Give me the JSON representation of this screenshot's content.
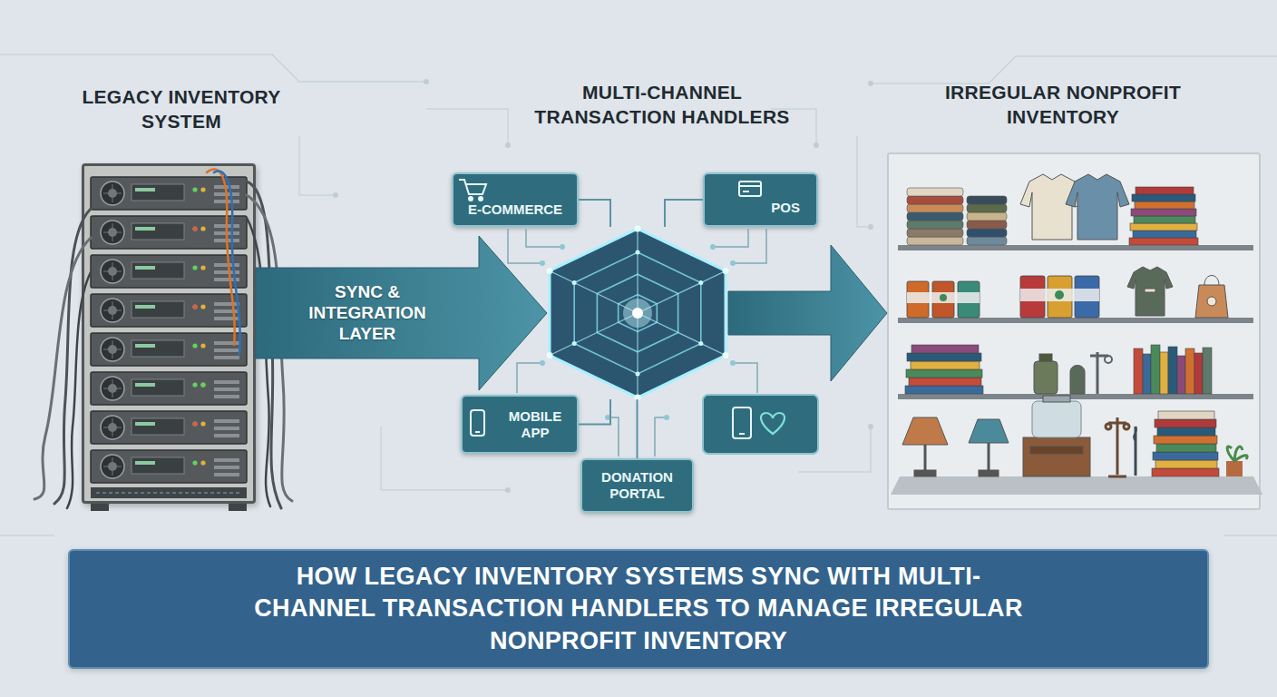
{
  "diagram": {
    "title": "HOW LEGACY INVENTORY SYSTEMS SYNC WITH MULTI-CHANNEL TRANSACTION HANDLERS TO MANAGE IRREGULAR NONPROFIT INVENTORY",
    "nodes": [
      {
        "text": [
          "LEGACY INVENTORY SYSTEM"
        ]
      },
      {
        "text": [
          "MULTI-CHANNEL TRANSACTION HANDLERS"
        ]
      },
      {
        "text": [
          "E-COMMERCE"
        ]
      },
      {
        "text": [
          "POS"
        ]
      },
      {
        "text": [
          "MOBILE APP"
        ]
      },
      {
        "text": [
          "DONATION PORTAL"
        ]
      },
      {
        "text": [
          "IRREGULAR NONPROFIT INVENTORY"
        ]
      }
    ],
    "edges": [
      {
        "from": 0,
        "to": 1,
        "label": "SYNC & INTEGRATION LAYER",
        "arrow": "to"
      },
      {
        "from": 1,
        "to": 6,
        "arrow": "to"
      },
      {
        "from": 2,
        "to": 1,
        "arrow": "none"
      },
      {
        "from": 3,
        "to": 1,
        "arrow": "none"
      },
      {
        "from": 4,
        "to": 1,
        "arrow": "none"
      },
      {
        "from": 5,
        "to": 1,
        "arrow": "none"
      }
    ]
  }
}
